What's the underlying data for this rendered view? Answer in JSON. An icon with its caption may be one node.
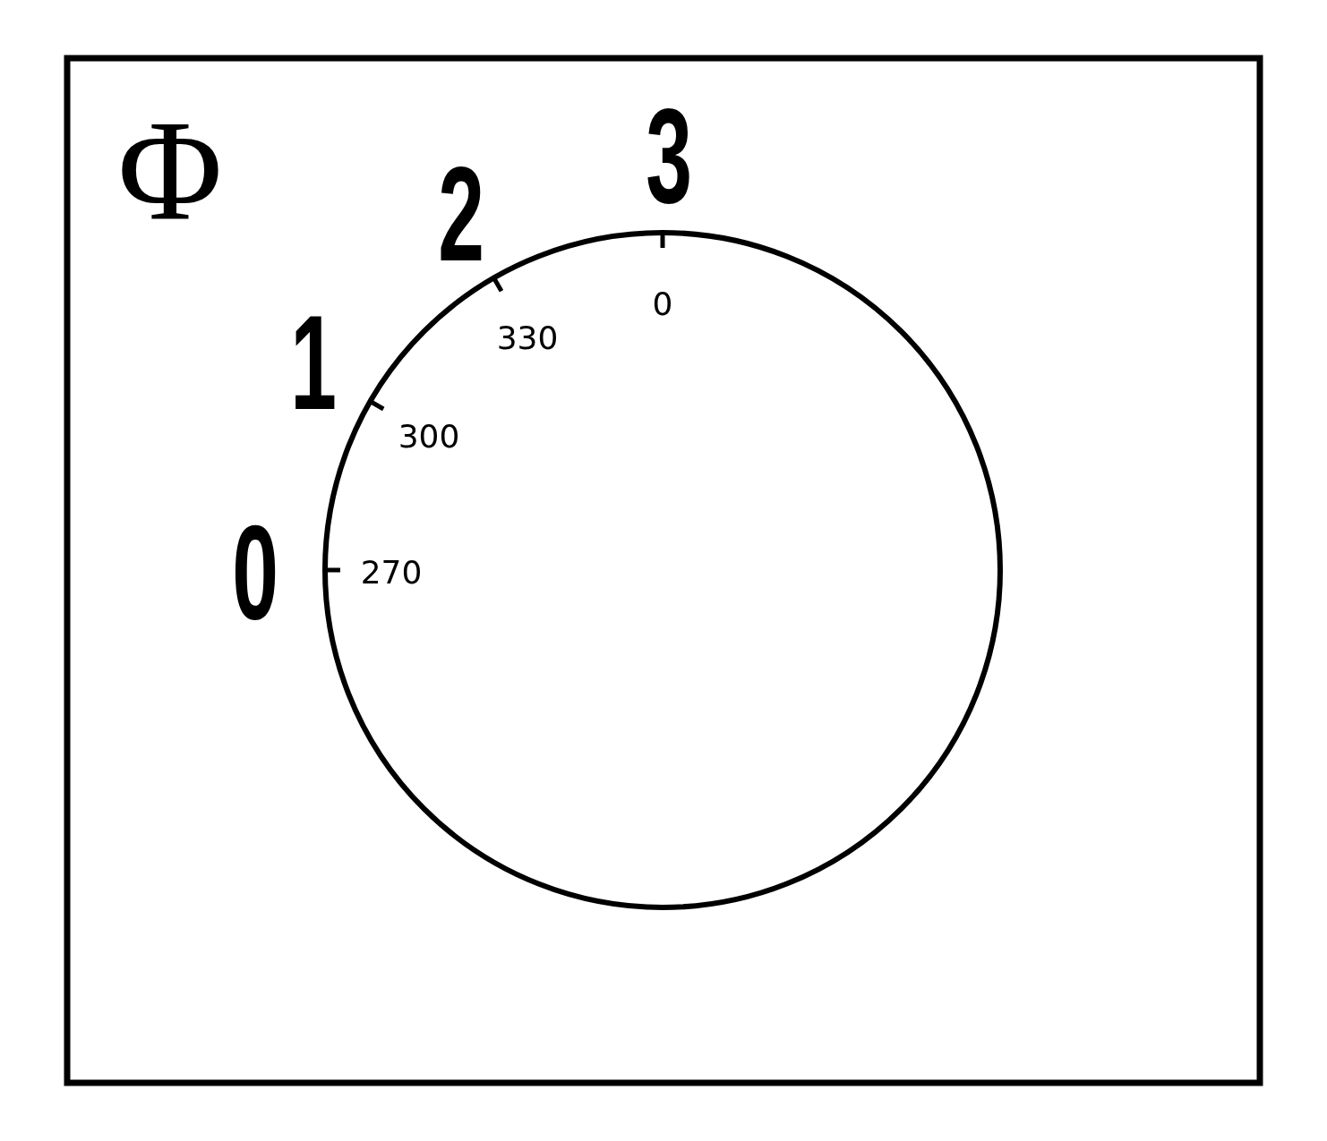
{
  "diagram": {
    "labels": [
      "Φ",
      "3",
      "2",
      "1",
      "0",
      "0",
      "330",
      "300",
      "270"
    ]
  }
}
